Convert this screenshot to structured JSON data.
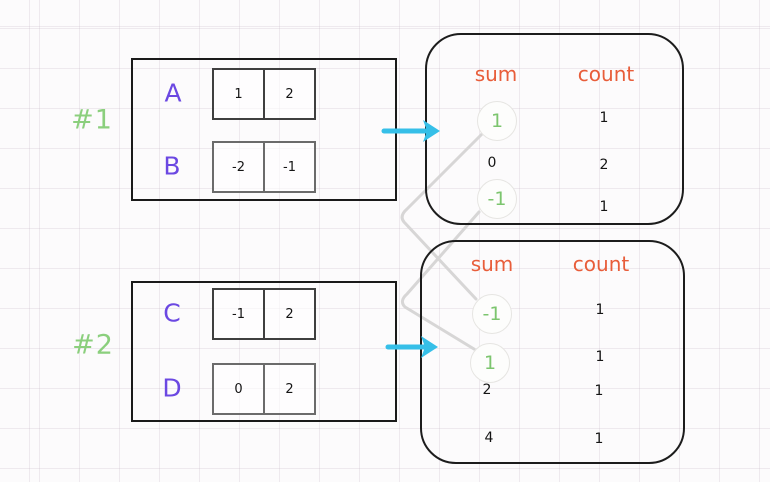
{
  "diagram_title": "two-array pair-sum frequency examples",
  "colors": {
    "example_label_green": "#8bcf7d",
    "array_letter_purple": "#6b48e2",
    "result_header_orange": "#e85d3a",
    "highlight_green": "#7cc56e",
    "arrow_cyan": "#36bfe8",
    "connector_gray": "#d7d6d6",
    "box_border_black": "#1a1a1a"
  },
  "examples": [
    {
      "label": "#1",
      "arrays": [
        {
          "name": "A",
          "cells": [
            "1",
            "2"
          ]
        },
        {
          "name": "B",
          "cells": [
            "-2",
            "-1"
          ]
        }
      ],
      "result": {
        "headers": [
          "sum",
          "count"
        ],
        "rows": [
          {
            "sum": "1",
            "count": "1",
            "highlighted": true
          },
          {
            "sum": "0",
            "count": "2",
            "highlighted": false
          },
          {
            "sum": "-1",
            "count": "1",
            "highlighted": true
          }
        ]
      }
    },
    {
      "label": "#2",
      "arrays": [
        {
          "name": "C",
          "cells": [
            "-1",
            "2"
          ]
        },
        {
          "name": "D",
          "cells": [
            "0",
            "2"
          ]
        }
      ],
      "result": {
        "headers": [
          "sum",
          "count"
        ],
        "rows": [
          {
            "sum": "-1",
            "count": "1",
            "highlighted": true
          },
          {
            "sum": "1",
            "count": "1",
            "highlighted": true
          },
          {
            "sum": "2",
            "count": "1",
            "highlighted": false
          },
          {
            "sum": "4",
            "count": "1",
            "highlighted": false
          }
        ]
      }
    }
  ]
}
